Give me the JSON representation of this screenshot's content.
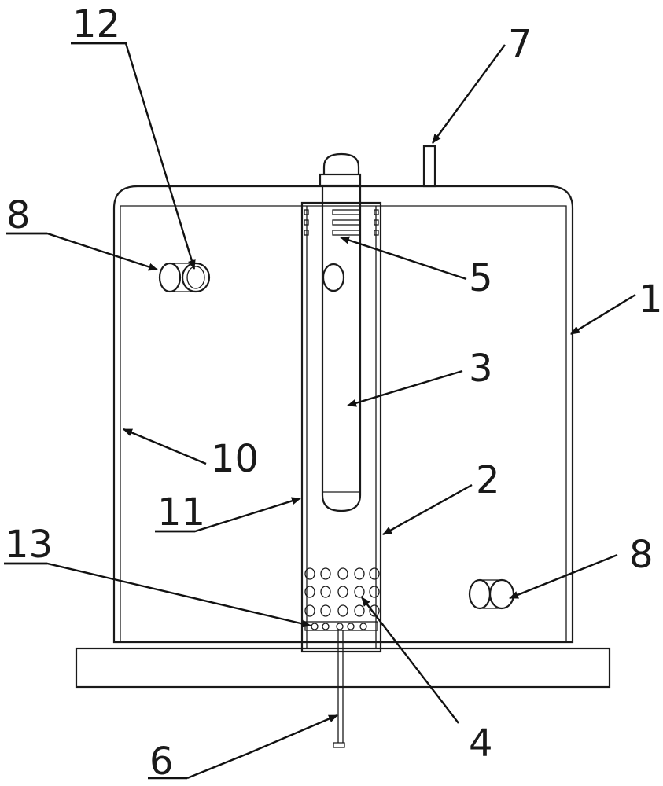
{
  "labels": {
    "l1": "1",
    "l2": "2",
    "l3": "3",
    "l4": "4",
    "l5": "5",
    "l6": "6",
    "l7": "7",
    "l8a": "8",
    "l8b": "8",
    "l10": "10",
    "l11": "11",
    "l12": "12",
    "l13": "13"
  },
  "colors": {
    "line": "#1a1a1a",
    "background": "#ffffff"
  }
}
